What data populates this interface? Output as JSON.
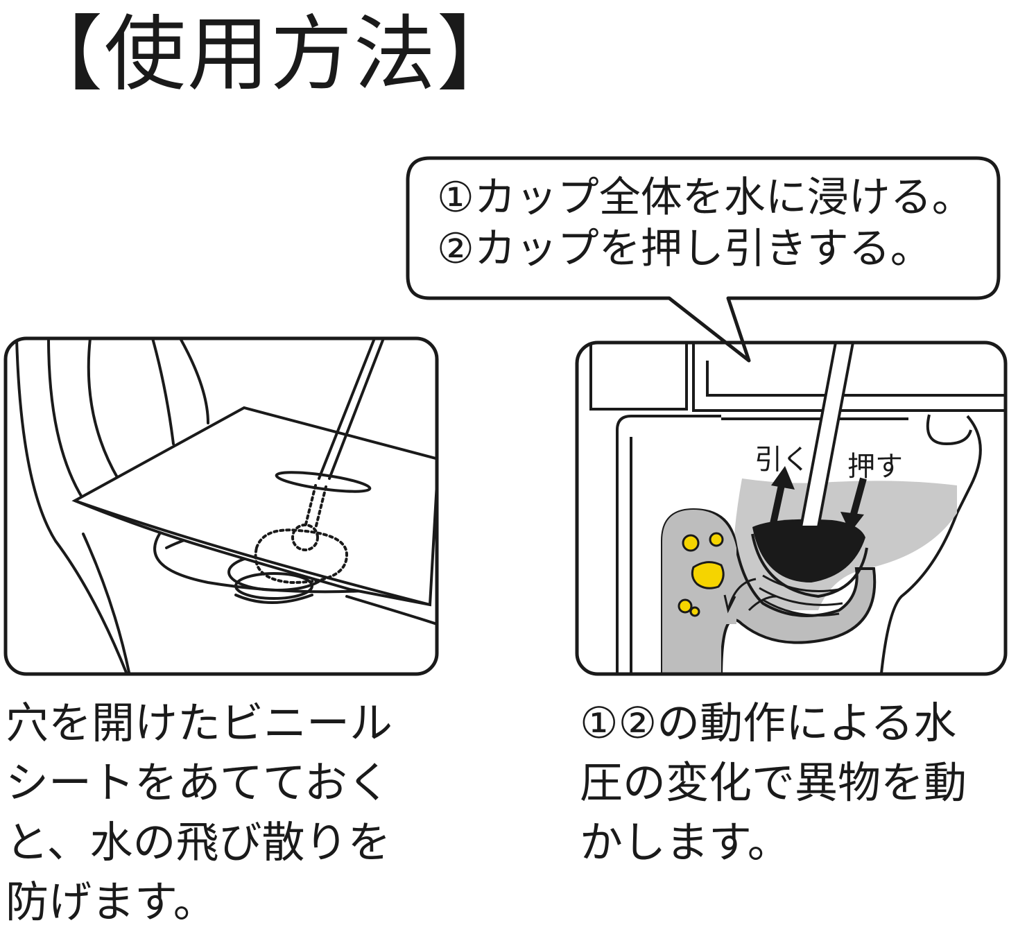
{
  "title": "【使用方法】",
  "bubble": {
    "line1": "①カップ全体を水に浸ける。",
    "line2": "②カップを押し引きする。"
  },
  "panel_right": {
    "pull_label": "引く",
    "push_label": "押す"
  },
  "caption_left": {
    "line1": "穴を開けたビニール",
    "line2": "シートをあてておく",
    "line3": "と、水の飛び散りを",
    "line4": "防げます。"
  },
  "caption_right": {
    "line1": "①②の動作による水",
    "line2": "圧の変化で異物を動",
    "line3": "かします。"
  },
  "colors": {
    "ink": "#1a1a1a",
    "water": "#c9c9c9",
    "pipe": "#bdbdbd",
    "debris": "#f5d400"
  }
}
